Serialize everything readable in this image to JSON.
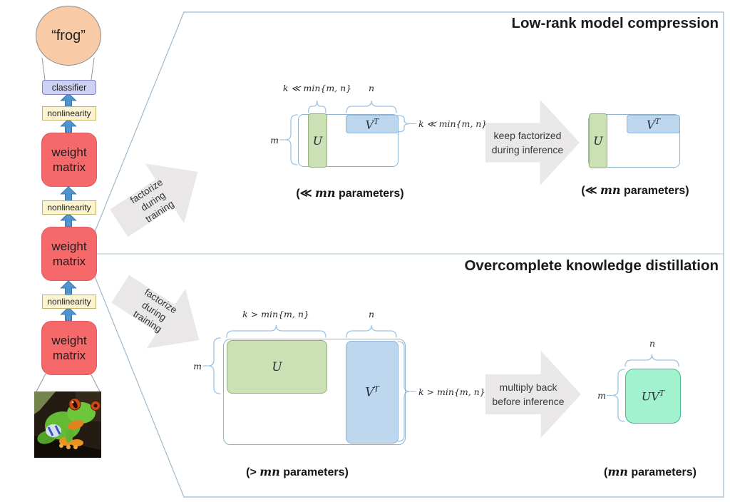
{
  "colors": {
    "weight_matrix": "#F5696B",
    "classifier_box": "#CDD1F3",
    "nonlinearity_box": "#FCF3D0",
    "matrix_u_green": "#CBE0B4",
    "matrix_v_blue": "#BDD7EE",
    "product_mint": "#A2F2D0",
    "flow_arrow_blue": "#4E95CF",
    "brace_blue": "#9DC3E6",
    "block_arrow_gray": "#E9E7E7"
  },
  "network": {
    "output_label": "“frog”",
    "classifier_label": "classifier",
    "nonlinearity_label": "nonlinearity",
    "weight_matrix_label": "weight matrix",
    "input_image": "red-eyed tree frog photo"
  },
  "factorize_arrow": {
    "line1": "factorize",
    "line2": "during",
    "line3": "training"
  },
  "top_panel": {
    "title": "Low-rank model compression",
    "inference_arrow": {
      "line1": "keep factorized",
      "line2": "during inference"
    },
    "factored": {
      "u_label": "U",
      "v_label": "V",
      "v_sup": "T",
      "k_top": "k ≪ min{m, n}",
      "n_top": "n",
      "m_left": "m",
      "k_right": "k ≪ min{m, n}",
      "caption": {
        "pre": "(≪ ",
        "mn": "mn",
        "post": " parameters)"
      }
    },
    "result": {
      "u_label": "U",
      "v_label": "V",
      "v_sup": "T",
      "caption": {
        "pre": "(≪ ",
        "mn": "mn",
        "post": " parameters)"
      }
    }
  },
  "bottom_panel": {
    "title": "Overcomplete knowledge distillation",
    "inference_arrow": {
      "line1": "multiply back",
      "line2": "before inference"
    },
    "factored": {
      "u_label": "U",
      "v_label": "V",
      "v_sup": "T",
      "k_top": "k > min{m, n}",
      "n_top": "n",
      "m_left": "m",
      "k_right": "k > min{m, n}",
      "caption": {
        "pre": "(> ",
        "mn": "mn",
        "post": " parameters)"
      }
    },
    "result": {
      "uv_label": "UV",
      "sup": "T",
      "n_top": "n",
      "m_left": "m",
      "caption": {
        "pre": "(",
        "mn": "mn",
        "post": " parameters)"
      }
    }
  }
}
